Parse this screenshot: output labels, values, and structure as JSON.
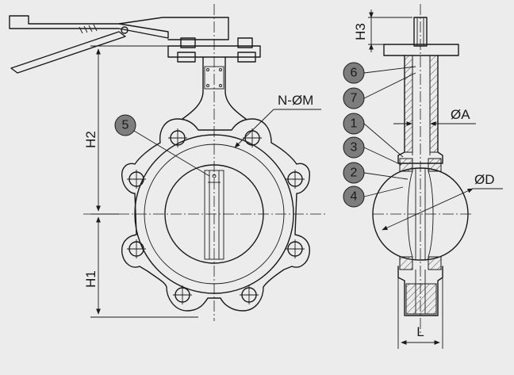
{
  "colors": {
    "background": "#ececec",
    "line": "#1a1a1a",
    "callout_fill": "#7d7d7d"
  },
  "dimensions": {
    "h1": "H1",
    "h2": "H2",
    "h3": "H3",
    "bolt": "N-ØM",
    "shaft": "ØA",
    "disc": "ØD",
    "length": "L"
  },
  "callouts": [
    "5",
    "6",
    "7",
    "1",
    "3",
    "2",
    "4"
  ]
}
